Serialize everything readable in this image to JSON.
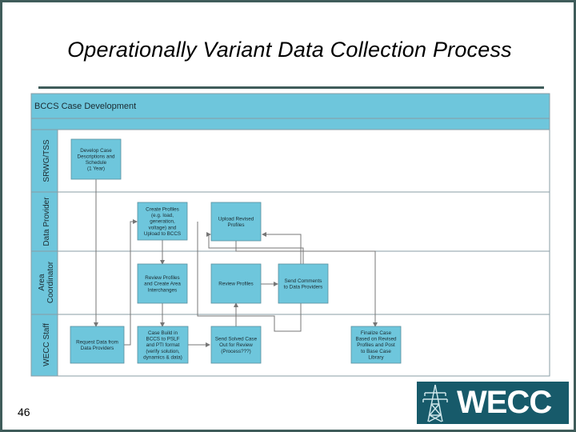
{
  "slide": {
    "title": "Operationally Variant Data Collection Process",
    "slide_number": "46"
  },
  "logo": {
    "text": "WECC"
  },
  "diagram": {
    "header": "BCCS Case Development",
    "lanes": [
      {
        "id": "srwg",
        "label": "SRWG/TSS"
      },
      {
        "id": "dp",
        "label": "Data Provider"
      },
      {
        "id": "ac",
        "label": "Area Coordinator"
      },
      {
        "id": "wecc",
        "label": "WECC Staff"
      }
    ],
    "boxes": [
      {
        "id": "develop",
        "lane": "srwg",
        "lines": [
          "Develop Case",
          "Descriptions and",
          "Schedule",
          "(1 Year)"
        ]
      },
      {
        "id": "create",
        "lane": "dp",
        "lines": [
          "Create Profiles",
          "(e.g. load,",
          "generation,",
          "voltage) and",
          "Upload to BCCS"
        ]
      },
      {
        "id": "upload",
        "lane": "dp",
        "lines": [
          "Upload Revised",
          "Profiles"
        ]
      },
      {
        "id": "review_create",
        "lane": "ac",
        "lines": [
          "Review Profiles",
          "and Create Area",
          "Interchanges"
        ]
      },
      {
        "id": "review",
        "lane": "ac",
        "lines": [
          "Review Profiles"
        ]
      },
      {
        "id": "send_comments",
        "lane": "ac",
        "lines": [
          "Send Comments",
          "to Data Providers"
        ]
      },
      {
        "id": "request",
        "lane": "wecc",
        "lines": [
          "Request Data from",
          "Data Providers"
        ]
      },
      {
        "id": "build",
        "lane": "wecc",
        "lines": [
          "Case Build in",
          "BCCS to PSLF",
          "and PTI format",
          "(verify solution,",
          "dynamics & data)"
        ]
      },
      {
        "id": "send_solved",
        "lane": "wecc",
        "lines": [
          "Send Solved Case",
          "Out for Review",
          "(Process???)"
        ]
      },
      {
        "id": "finalize",
        "lane": "wecc",
        "lines": [
          "Finalize Case",
          "Based on Revised",
          "Profiles and Post",
          "to Base Case",
          "Library"
        ]
      }
    ],
    "colors": {
      "header_fill": "#6ec6dc",
      "box_fill": "#6ec6dc",
      "lane_fill": "#ffffff",
      "grid_line": "#8a9ca4",
      "arrow": "#777777",
      "frame": "#3f5c5a",
      "logo_bg": "#175a6a"
    }
  }
}
